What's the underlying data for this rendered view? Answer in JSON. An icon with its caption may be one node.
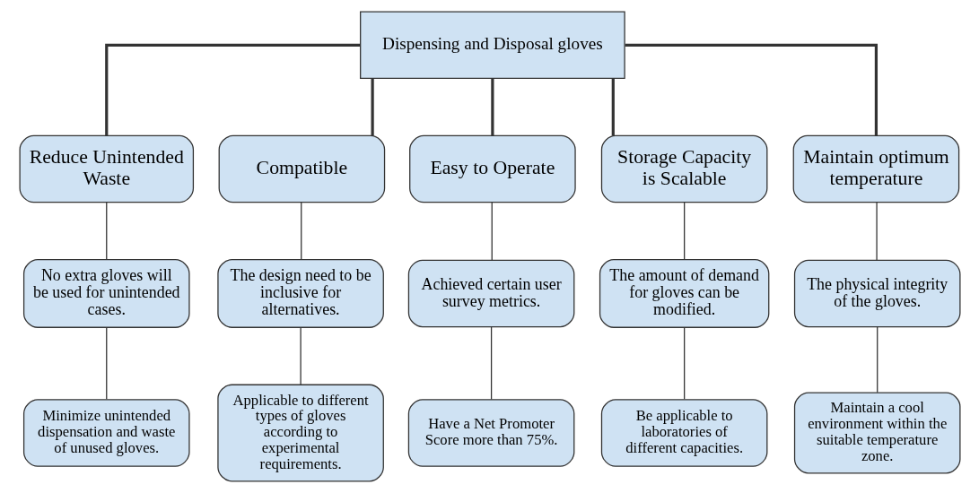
{
  "diagram": {
    "nodes": [
      {
        "text": [
          "Dispensing and Disposal gloves"
        ]
      },
      {
        "text": [
          "Reduce Unintended Waste"
        ]
      },
      {
        "text": [
          "Compatible"
        ]
      },
      {
        "text": [
          "Easy to Operate"
        ]
      },
      {
        "text": [
          "Storage Capacity is Scalable"
        ]
      },
      {
        "text": [
          "Maintain optimum temperature"
        ]
      },
      {
        "text": [
          "No extra gloves will be used for unintended cases."
        ]
      },
      {
        "text": [
          "The design need to be inclusive for alternatives."
        ]
      },
      {
        "text": [
          "Achieved certain user survey metrics."
        ]
      },
      {
        "text": [
          "The amount of demand for gloves can be modified."
        ]
      },
      {
        "text": [
          "The physical integrity of the gloves."
        ]
      },
      {
        "text": [
          "Minimize unintended dispensation and waste of unused gloves."
        ]
      },
      {
        "text": [
          "Applicable to different types of gloves according to experimental requirements."
        ]
      },
      {
        "text": [
          "Have a Net Promoter Score more than 75%."
        ]
      },
      {
        "text": [
          "Be applicable to laboratories of different capacities."
        ]
      },
      {
        "text": [
          "Maintain a cool environment within the suitable temperature zone."
        ]
      }
    ],
    "edges": [
      {
        "from": 0,
        "to": 1,
        "arrow": "none",
        "style": "thick"
      },
      {
        "from": 0,
        "to": 2,
        "arrow": "none",
        "style": "thick"
      },
      {
        "from": 0,
        "to": 3,
        "arrow": "none",
        "style": "thick"
      },
      {
        "from": 0,
        "to": 4,
        "arrow": "none",
        "style": "thick"
      },
      {
        "from": 0,
        "to": 5,
        "arrow": "none",
        "style": "thick"
      },
      {
        "from": 1,
        "to": 6,
        "arrow": "none"
      },
      {
        "from": 2,
        "to": 7,
        "arrow": "none"
      },
      {
        "from": 3,
        "to": 8,
        "arrow": "none"
      },
      {
        "from": 4,
        "to": 9,
        "arrow": "none"
      },
      {
        "from": 5,
        "to": 10,
        "arrow": "none"
      },
      {
        "from": 6,
        "to": 11,
        "arrow": "none"
      },
      {
        "from": 7,
        "to": 12,
        "arrow": "none"
      },
      {
        "from": 8,
        "to": 13,
        "arrow": "none"
      },
      {
        "from": 9,
        "to": 14,
        "arrow": "none"
      },
      {
        "from": 10,
        "to": 15,
        "arrow": "none"
      }
    ]
  }
}
